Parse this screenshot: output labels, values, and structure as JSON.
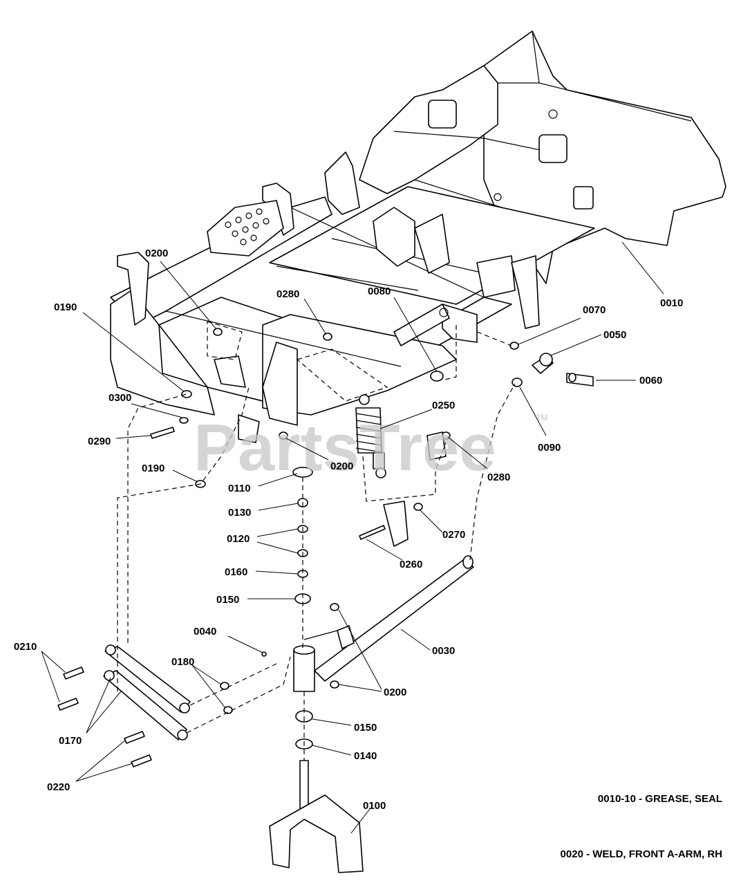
{
  "watermark": {
    "text": "PartsTree",
    "trademark": "TM"
  },
  "callouts": [
    {
      "id": "0010",
      "text": "0010"
    },
    {
      "id": "0030",
      "text": "0030"
    },
    {
      "id": "0040",
      "text": "0040"
    },
    {
      "id": "0050",
      "text": "0050"
    },
    {
      "id": "0060",
      "text": "0060"
    },
    {
      "id": "0070",
      "text": "0070"
    },
    {
      "id": "0080",
      "text": "0080"
    },
    {
      "id": "0090",
      "text": "0090"
    },
    {
      "id": "0100",
      "text": "0100"
    },
    {
      "id": "0110",
      "text": "0110"
    },
    {
      "id": "0120",
      "text": "0120"
    },
    {
      "id": "0130",
      "text": "0130"
    },
    {
      "id": "0140",
      "text": "0140"
    },
    {
      "id": "0150a",
      "text": "0150"
    },
    {
      "id": "0150b",
      "text": "0150"
    },
    {
      "id": "0160",
      "text": "0160"
    },
    {
      "id": "0170",
      "text": "0170"
    },
    {
      "id": "0180",
      "text": "0180"
    },
    {
      "id": "0190a",
      "text": "0190"
    },
    {
      "id": "0190b",
      "text": "0190"
    },
    {
      "id": "0200a",
      "text": "0200"
    },
    {
      "id": "0200b",
      "text": "0200"
    },
    {
      "id": "0200c",
      "text": "0200"
    },
    {
      "id": "0210",
      "text": "0210"
    },
    {
      "id": "0220",
      "text": "0220"
    },
    {
      "id": "0250",
      "text": "0250"
    },
    {
      "id": "0260",
      "text": "0260"
    },
    {
      "id": "0270",
      "text": "0270"
    },
    {
      "id": "0280a",
      "text": "0280"
    },
    {
      "id": "0280b",
      "text": "0280"
    },
    {
      "id": "0290",
      "text": "0290"
    },
    {
      "id": "0300",
      "text": "0300"
    }
  ],
  "notes": [
    "0010-10 - GREASE, SEAL",
    "0020 - WELD, FRONT A-ARM, RH"
  ]
}
